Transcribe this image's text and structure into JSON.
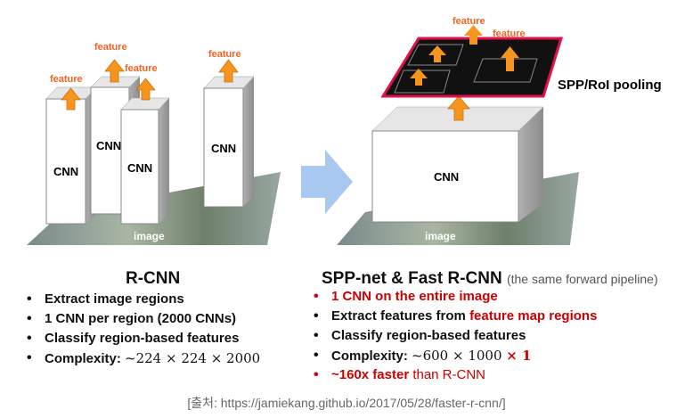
{
  "left": {
    "labels": {
      "feature": "feature",
      "cnn": "CNN",
      "image": "image"
    },
    "title": "R-CNN",
    "bullets": [
      {
        "text": "Extract image regions"
      },
      {
        "text": "1 CNN per region (2000 CNNs)"
      },
      {
        "text": "Classify region-based features"
      },
      {
        "prefix": "Complexity: ",
        "math": "~224 × 224 × 2000"
      }
    ]
  },
  "right": {
    "labels": {
      "feature": "feature",
      "cnn": "CNN",
      "image": "image",
      "pooling": "SPP/RoI pooling"
    },
    "title": "SPP-net & Fast R-CNN",
    "subtitle": "(the same forward pipeline)",
    "bullets": [
      {
        "text": "1 CNN on the entire image",
        "red": true
      },
      {
        "prefix": "Extract features from ",
        "highlight": "feature map regions"
      },
      {
        "text": "Classify region-based features"
      },
      {
        "prefix": "Complexity: ",
        "math": "~600 × 1000 ",
        "highlight": "× 1"
      },
      {
        "highlight": "~160x faster",
        "suffix": " than R-CNN",
        "red": true
      }
    ]
  },
  "caption": "[출처: https://jamiekang.github.io/2017/05/28/faster-r-cnn/]",
  "colors": {
    "arrow_orange": "#f7941d",
    "arrow_blue": "#a8c8f0",
    "red": "#cc0000",
    "feature_map": "#111111",
    "feature_map_border": "#e0114a"
  }
}
